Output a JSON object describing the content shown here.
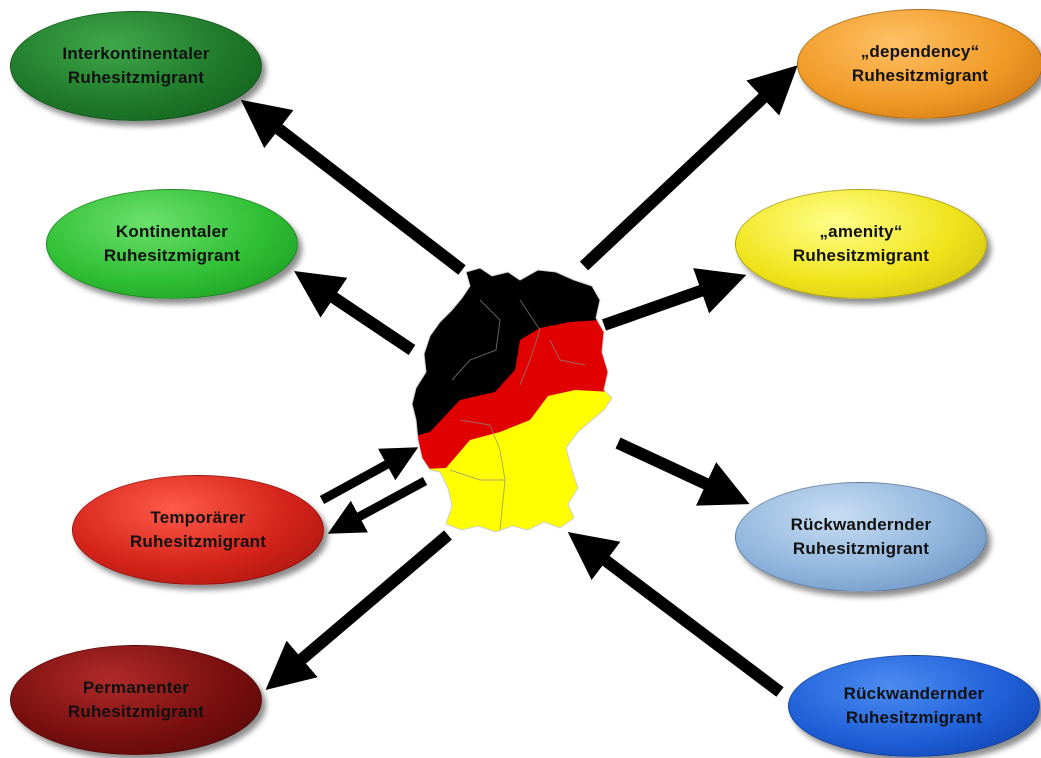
{
  "nodes": {
    "interkontinental": {
      "line1": "Interkontinentaler",
      "line2": "Ruhesitzmigrant"
    },
    "kontinental": {
      "line1": "Kontinentaler",
      "line2": "Ruhesitzmigrant"
    },
    "temporaer": {
      "line1": "Temporärer",
      "line2": "Ruhesitzmigrant"
    },
    "permanent": {
      "line1": "Permanenter",
      "line2": "Ruhesitzmigrant"
    },
    "dependency": {
      "line1": "„dependency“",
      "line2": "Ruhesitzmigrant"
    },
    "amenity": {
      "line1": "„amenity“",
      "line2": "Ruhesitzmigrant"
    },
    "rueckwandernd_1": {
      "line1": "Rückwandernder",
      "line2": "Ruhesitzmigrant"
    },
    "rueckwandernd_2": {
      "line1": "Rückwandernder",
      "line2": "Ruhesitzmigrant"
    }
  },
  "colors": {
    "interkontinental": "#1f7a2a",
    "kontinental": "#2fbf34",
    "temporaer": "#d4231a",
    "permanent": "#7a0f0f",
    "dependency": "#f09a26",
    "amenity": "#f0e41c",
    "rueckwandernd_1": "#8fb4dc",
    "rueckwandernd_2": "#1f5fd8",
    "arrow": "#000000",
    "map_north": "#000000",
    "map_middle": "#e00000",
    "map_south": "#ffff00"
  },
  "map": {
    "icon": "germany-map-icon",
    "bands": [
      "black",
      "red",
      "gold"
    ]
  }
}
